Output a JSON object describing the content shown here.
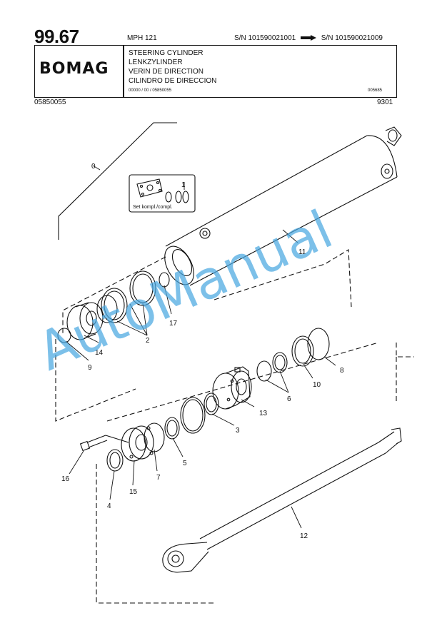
{
  "header": {
    "page_number": "99.67",
    "model": "MPH 121",
    "sn_from": "S/N 101590021001",
    "sn_to": "S/N 101590021009",
    "brand": "BOMAG",
    "titles": [
      "STEERING CYLINDER",
      "LENKZYLINDER",
      "VERIN DE DIRECTION",
      "CILINDRO DE DIRECCION"
    ],
    "ref_code": "00000 / 00 / 05850055",
    "ref_right": "005685",
    "doc_number": "05850055",
    "date_code": "9301"
  },
  "watermark": "AutoManual",
  "set_label": "Set kompl./compl.",
  "parts": {
    "p0": "0",
    "p1": "1",
    "p2": "2",
    "p3": "3",
    "p4": "4",
    "p5": "5",
    "p6": "6",
    "p7": "7",
    "p8": "8",
    "p9": "9",
    "p10": "10",
    "p11": "11",
    "p12": "12",
    "p13": "13",
    "p14": "14",
    "p15": "15",
    "p16": "16",
    "p17": "17"
  },
  "colors": {
    "ink": "#111111",
    "watermark": "#4aa8e0"
  }
}
